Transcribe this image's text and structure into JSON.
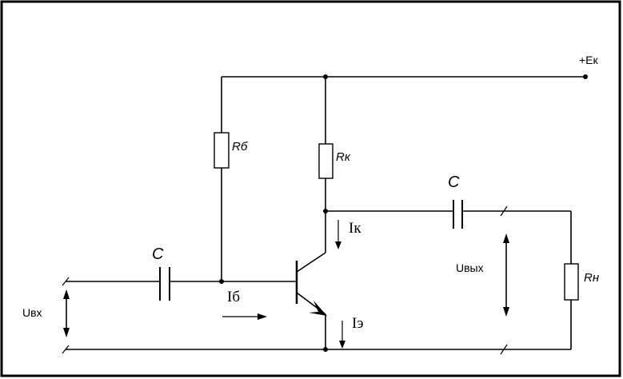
{
  "diagram": {
    "labels": {
      "supply": "+Eк",
      "r_base": "Rб",
      "r_collector": "Rк",
      "r_load": "Rн",
      "c_input": "C",
      "c_output": "C",
      "u_input": "Uвх",
      "u_output": "Uвых",
      "i_collector": "Iк",
      "i_base": "Iб",
      "i_emitter": "Iэ"
    },
    "components": [
      "resistor",
      "capacitor",
      "npn-transistor"
    ],
    "colors": {
      "line": "#000000",
      "background": "#ffffff"
    }
  }
}
